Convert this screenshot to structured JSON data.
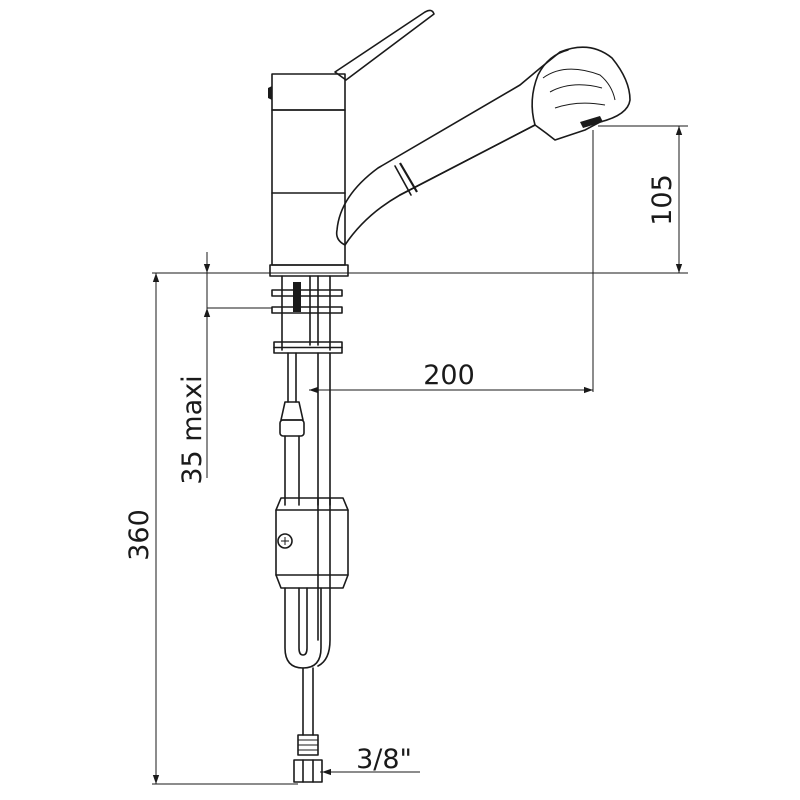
{
  "dimensions": {
    "spout_height": "105",
    "reach": "200",
    "deck_thickness_max": "35 maxi",
    "total_length": "360",
    "connector": "3/8\""
  }
}
